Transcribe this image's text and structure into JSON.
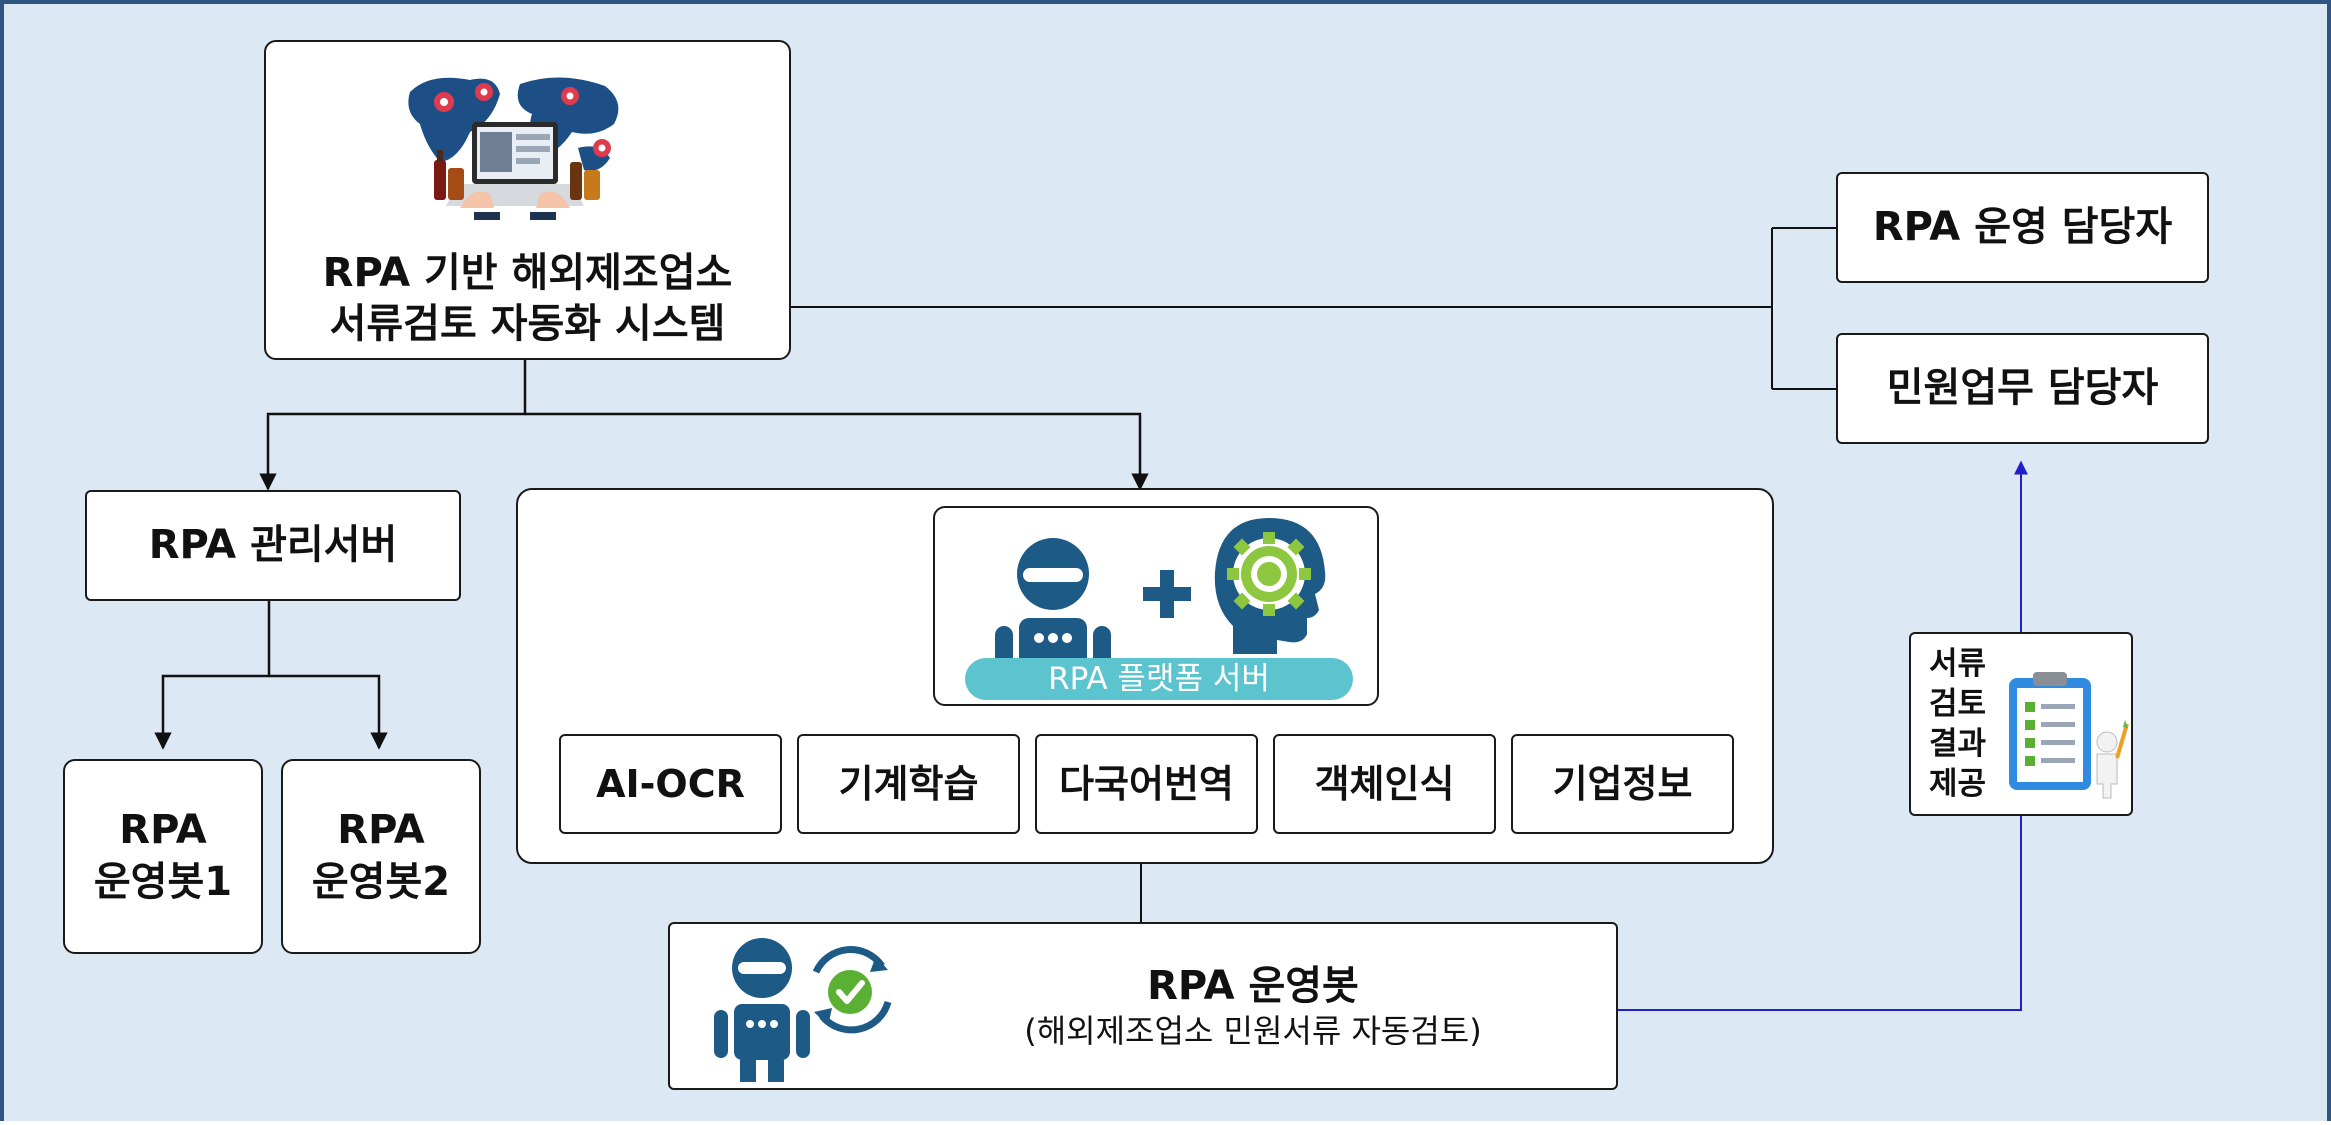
{
  "colors": {
    "background": "#dde8f5",
    "frame_border": "#2f5683",
    "teal_bar": "#5bc4cf",
    "robot_blue": "#1d5a86",
    "arrow_blue": "#1f1fcc",
    "gear_green": "#8dc63f"
  },
  "system": {
    "title_line1": "RPA 기반 해외제조업소",
    "title_line2": "서류검토 자동화 시스템",
    "illustration": "world-map-laptop-illustration"
  },
  "operators": {
    "rpa_operator": "RPA 운영 담당자",
    "civil_operator": "민원업무 담당자"
  },
  "management": {
    "server": "RPA 관리서버",
    "bot1_line1": "RPA",
    "bot1_line2": "운영봇1",
    "bot2_line1": "RPA",
    "bot2_line2": "운영봇2"
  },
  "platform": {
    "server_label": "RPA 플랫폼 서버",
    "icons": [
      "robot-icon",
      "plus-icon",
      "ai-head-gear-icon"
    ],
    "modules": [
      "AI-OCR",
      "기계학습",
      "다국어번역",
      "객체인식",
      "기업정보"
    ]
  },
  "operation_bot": {
    "title": "RPA 운영봇",
    "subtitle": "(해외제조업소 민원서류 자동검토)",
    "icon": "robot-check-cycle-icon"
  },
  "result": {
    "line1": "서류",
    "line2": "검토",
    "line3": "결과",
    "line4": "제공",
    "icon": "clipboard-checklist-icon"
  }
}
